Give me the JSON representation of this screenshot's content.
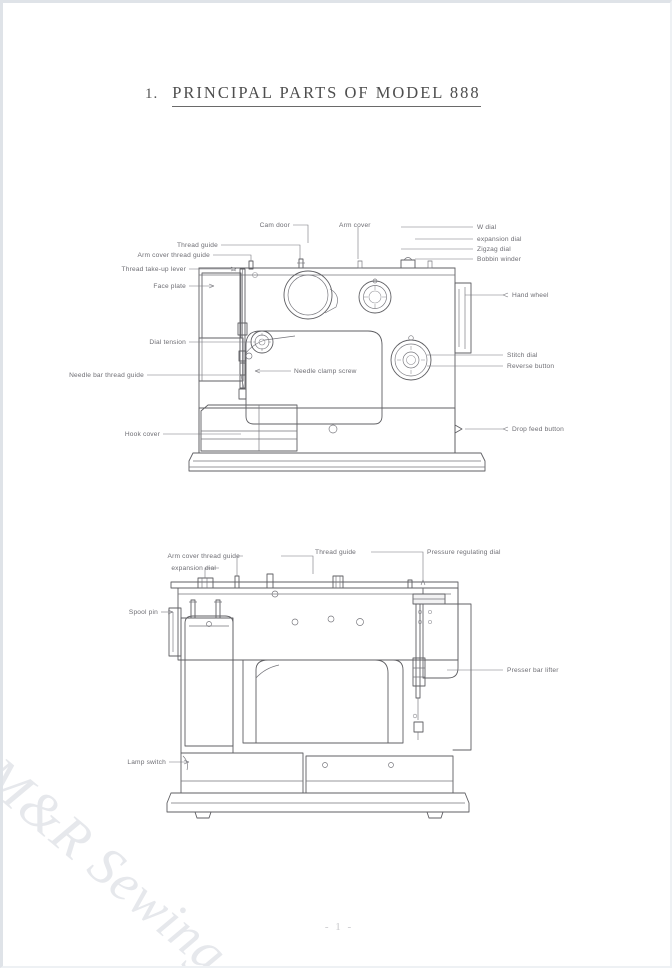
{
  "document": {
    "title_number": "1.",
    "title": "PRINCIPAL PARTS OF MODEL 888",
    "page_number": "- 1 -",
    "watermark": "M&R Sewing"
  },
  "figure_front": {
    "name": "front-view-diagram",
    "labels": {
      "thread_guide": "Thread guide",
      "cam_door": "Cam door",
      "arm_cover": "Arm cover",
      "w_dial": "W dial",
      "expansion_dial": "expansion dial",
      "zigzag_dial": "Zigzag dial",
      "bobbin_winder": "Bobbin winder",
      "arm_cover_thread_guide": "Arm cover thread guide",
      "thread_take_up_lever": "Thread take-up lever",
      "face_plate": "Face plate",
      "hand_wheel": "Hand wheel",
      "dial_tension": "Dial tension",
      "stitch_dial": "Stitch dial",
      "reverse_button": "Reverse button",
      "needle_bar_thread_guide": "Needle bar thread guide",
      "needle_clamp_screw": "Needle clamp screw",
      "hook_cover": "Hook cover",
      "drop_feed_button": "Drop feed button"
    }
  },
  "figure_rear": {
    "name": "rear-view-diagram",
    "labels": {
      "arm_cover_thread_guide": "Arm cover thread guide",
      "expansion_dial": "expansion dial",
      "thread_guide": "Thread guide",
      "pressure_regulating_dial": "Pressure regulating dial",
      "spool_pin": "Spool pin",
      "presser_bar_lifter": "Presser bar lifter",
      "lamp_switch": "Lamp switch"
    }
  },
  "colors": {
    "ink": "#5f5f63",
    "label_ink": "#6d6d73",
    "title_ink": "#4e4e4e",
    "paper": "#ffffff",
    "watermark": "#e6e8ec"
  }
}
